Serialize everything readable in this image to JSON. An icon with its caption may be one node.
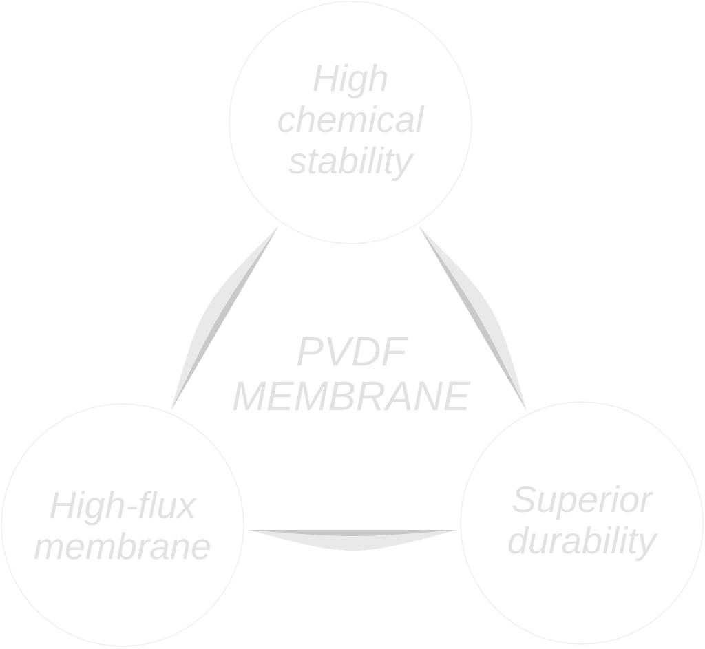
{
  "diagram": {
    "nodes": [
      {
        "text": [
          "High chemical stability"
        ]
      },
      {
        "text": [
          "PVDF MEMBRANE"
        ]
      },
      {
        "text": [
          "High-flux membrane"
        ]
      },
      {
        "text": [
          "Superior durability"
        ]
      }
    ]
  }
}
